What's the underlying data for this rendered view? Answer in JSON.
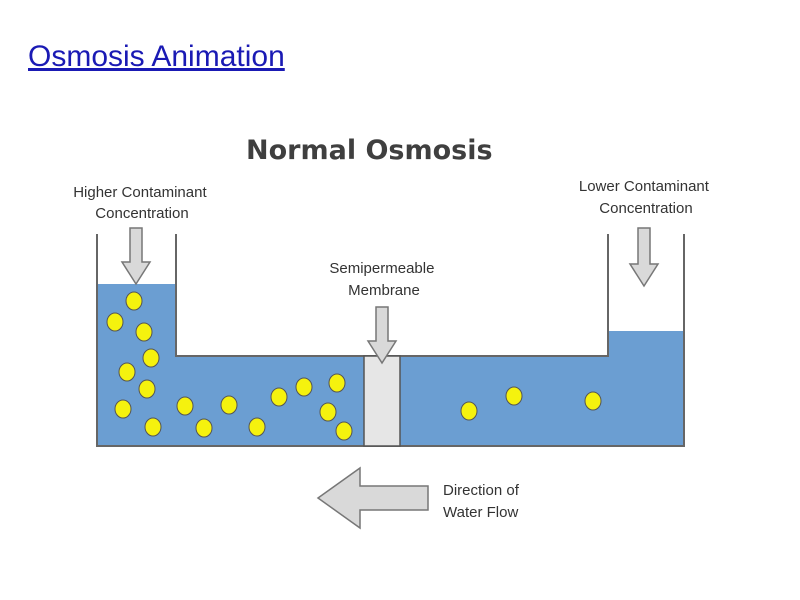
{
  "slide": {
    "link_text": "Osmosis Animation"
  },
  "diagram": {
    "title": "Normal Osmosis",
    "left_label": [
      "Higher Contaminant",
      "Concentration"
    ],
    "right_label": [
      "Lower Contaminant",
      "Concentration"
    ],
    "membrane_label": [
      "Semipermeable",
      "Membrane"
    ],
    "flow_label": [
      "Direction of",
      "Water Flow"
    ]
  },
  "colors": {
    "water": "#6b9ed2",
    "particle": "#f5f20e",
    "membrane": "#e6e6e6",
    "arrow": "#d9d9d9",
    "tank_outline": "#666666",
    "link": "#1a1ab4"
  }
}
